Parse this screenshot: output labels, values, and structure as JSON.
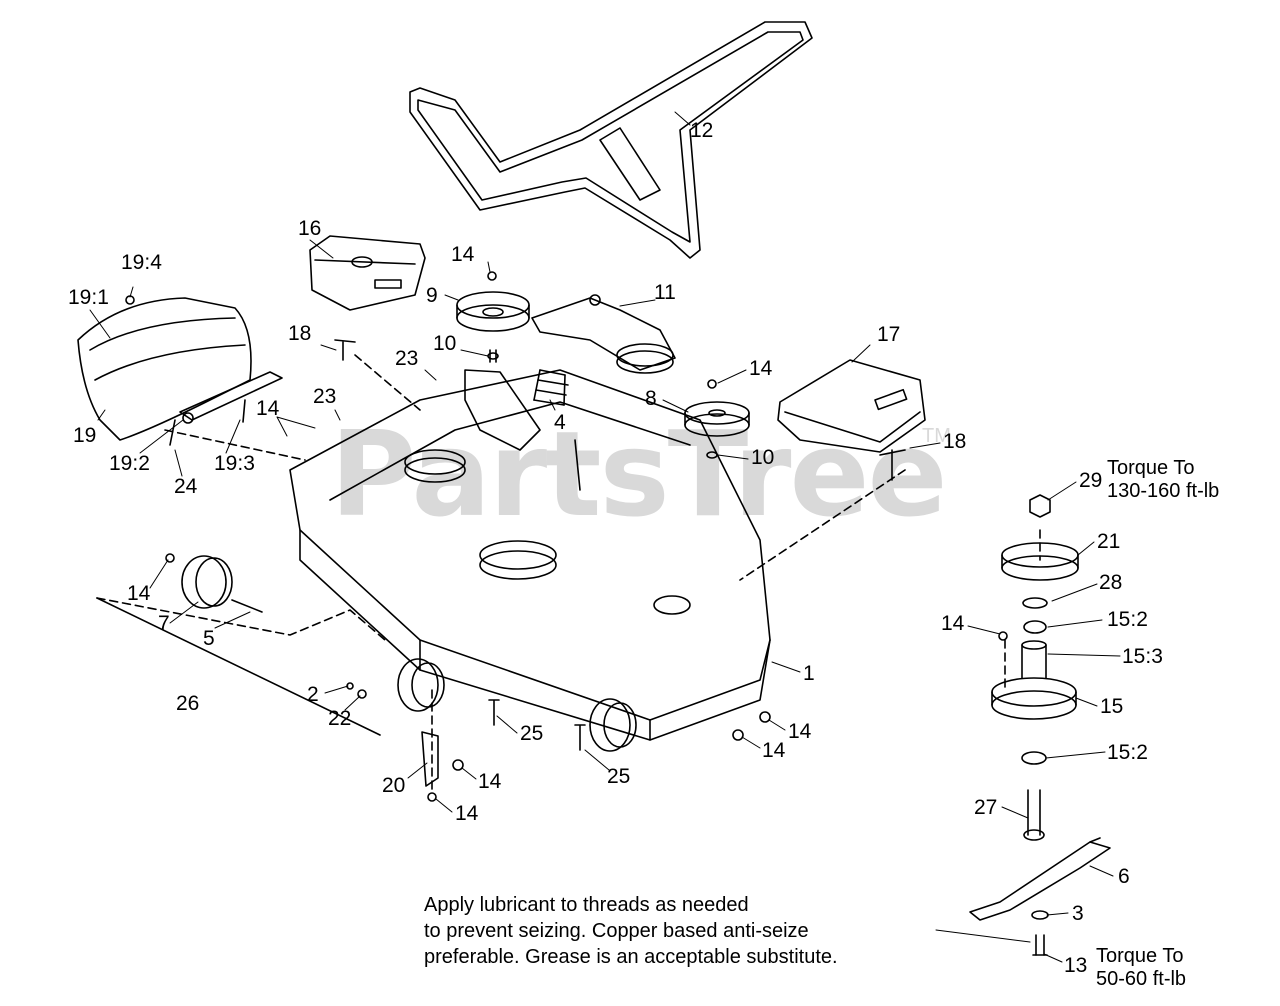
{
  "watermark": {
    "text": "PartsTree",
    "trademark": "TM"
  },
  "labels": [
    {
      "id": "label-12",
      "text": "12"
    },
    {
      "id": "label-16",
      "text": "16"
    },
    {
      "id": "label-19-4",
      "text": "19:4"
    },
    {
      "id": "label-19-1",
      "text": "19:1"
    },
    {
      "id": "label-14-a",
      "text": "14"
    },
    {
      "id": "label-9",
      "text": "9"
    },
    {
      "id": "label-11",
      "text": "11"
    },
    {
      "id": "label-17",
      "text": "17"
    },
    {
      "id": "label-18-a",
      "text": "18"
    },
    {
      "id": "label-10-a",
      "text": "10"
    },
    {
      "id": "label-23-a",
      "text": "23"
    },
    {
      "id": "label-23-b",
      "text": "23"
    },
    {
      "id": "label-14-b",
      "text": "14"
    },
    {
      "id": "label-4",
      "text": "4"
    },
    {
      "id": "label-8",
      "text": "8"
    },
    {
      "id": "label-14-c",
      "text": "14"
    },
    {
      "id": "label-18-b",
      "text": "18"
    },
    {
      "id": "label-10-b",
      "text": "10"
    },
    {
      "id": "label-19",
      "text": "19"
    },
    {
      "id": "label-19-2",
      "text": "19:2"
    },
    {
      "id": "label-19-3",
      "text": "19:3"
    },
    {
      "id": "label-24",
      "text": "24"
    },
    {
      "id": "label-29",
      "text": "29"
    },
    {
      "id": "label-21",
      "text": "21"
    },
    {
      "id": "label-28",
      "text": "28"
    },
    {
      "id": "label-14-d",
      "text": "14"
    },
    {
      "id": "label-15-2-a",
      "text": "15:2"
    },
    {
      "id": "label-15-3",
      "text": "15:3"
    },
    {
      "id": "label-15",
      "text": "15"
    },
    {
      "id": "label-15-2-b",
      "text": "15:2"
    },
    {
      "id": "label-27",
      "text": "27"
    },
    {
      "id": "label-6",
      "text": "6"
    },
    {
      "id": "label-3",
      "text": "3"
    },
    {
      "id": "label-13",
      "text": "13"
    },
    {
      "id": "label-14-e",
      "text": "14"
    },
    {
      "id": "label-7",
      "text": "7"
    },
    {
      "id": "label-5",
      "text": "5"
    },
    {
      "id": "label-26",
      "text": "26"
    },
    {
      "id": "label-2",
      "text": "2"
    },
    {
      "id": "label-22",
      "text": "22"
    },
    {
      "id": "label-1",
      "text": "1"
    },
    {
      "id": "label-25-a",
      "text": "25"
    },
    {
      "id": "label-25-b",
      "text": "25"
    },
    {
      "id": "label-14-f",
      "text": "14"
    },
    {
      "id": "label-14-g",
      "text": "14"
    },
    {
      "id": "label-20",
      "text": "20"
    },
    {
      "id": "label-14-h",
      "text": "14"
    },
    {
      "id": "label-14-i",
      "text": "14"
    }
  ],
  "torque_upper": {
    "line1": "Torque To",
    "line2": "130-160 ft-lb"
  },
  "torque_lower": {
    "line1": "Torque To",
    "line2": "50-60 ft-lb"
  },
  "note": {
    "line1": "Apply lubricant to threads as needed",
    "line2": "to prevent seizing. Copper based anti-seize",
    "line3": "preferable. Grease is an acceptable substitute."
  }
}
